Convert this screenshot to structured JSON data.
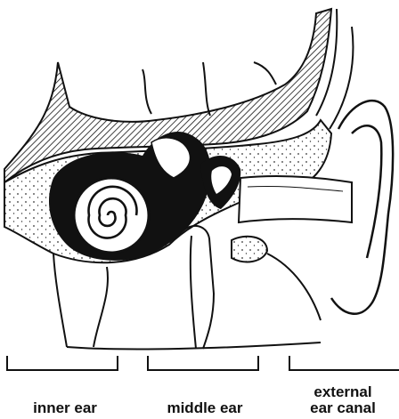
{
  "labels": {
    "inner_ear": "inner ear",
    "middle_ear": "middle ear",
    "external_ear_line1": "external",
    "external_ear_line2": "ear canal"
  },
  "colors": {
    "ink": "#111111",
    "paper": "#ffffff",
    "bone_fill": "#f4f4f4"
  }
}
